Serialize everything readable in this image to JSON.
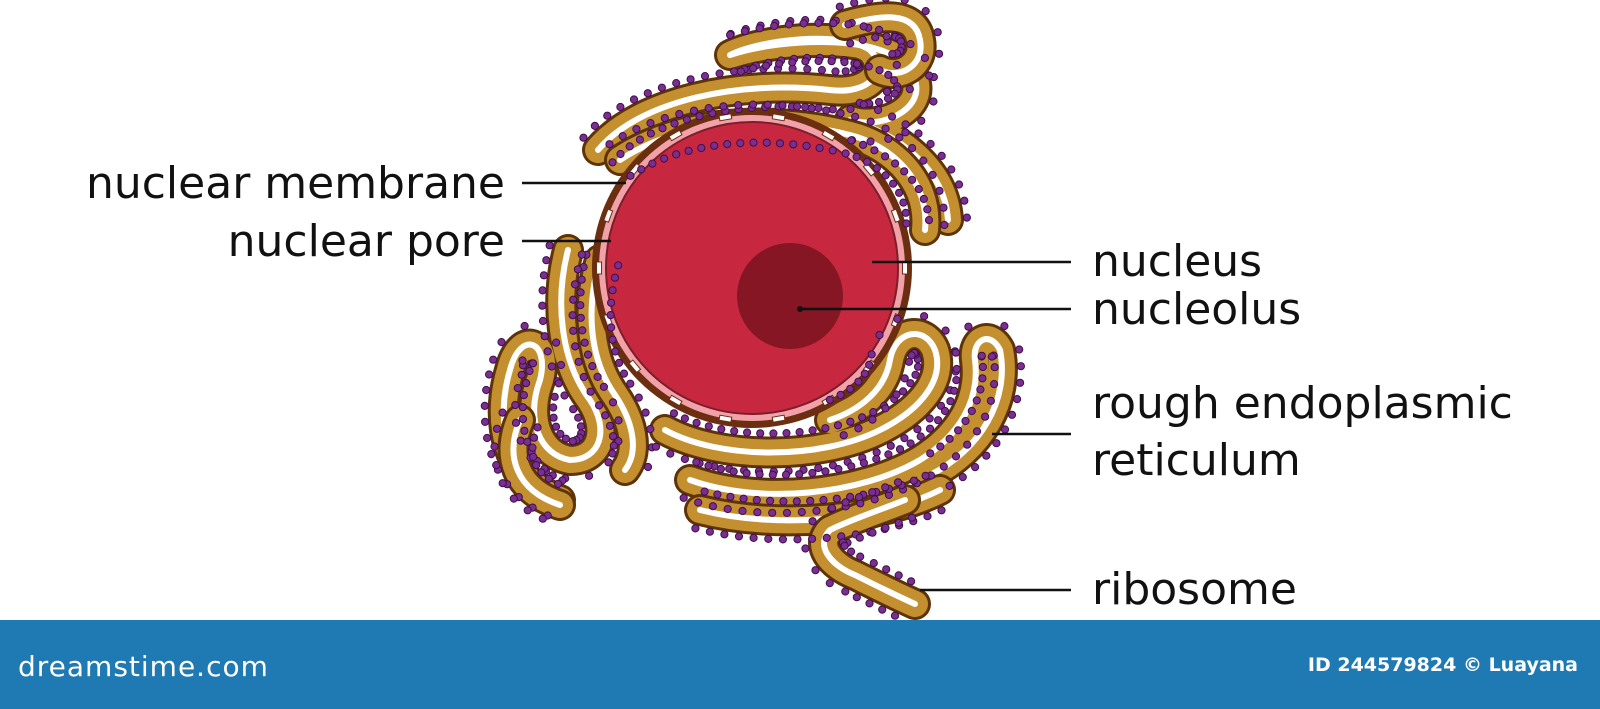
{
  "labels": {
    "nuclear_membrane": "nuclear membrane",
    "nuclear_pore": "nuclear pore",
    "nucleus": "nucleus",
    "nucleolus": "nucleolus",
    "rer_line1": "rough endoplasmic",
    "rer_line2": "reticulum",
    "ribosome": "ribosome"
  },
  "footer": {
    "brand": "dreamstime.com",
    "credit": "ID 244579824 © Luayana"
  },
  "colors": {
    "nucleus": "#c8283f",
    "nucleolus": "#861624",
    "membrane": "#6b2e10",
    "pore_band": "#f2a1a8",
    "er_fill": "#c4902f",
    "er_outline": "#5e3308",
    "ribosome": "#7a2f8e",
    "footer_bg": "#1f7ab3"
  }
}
